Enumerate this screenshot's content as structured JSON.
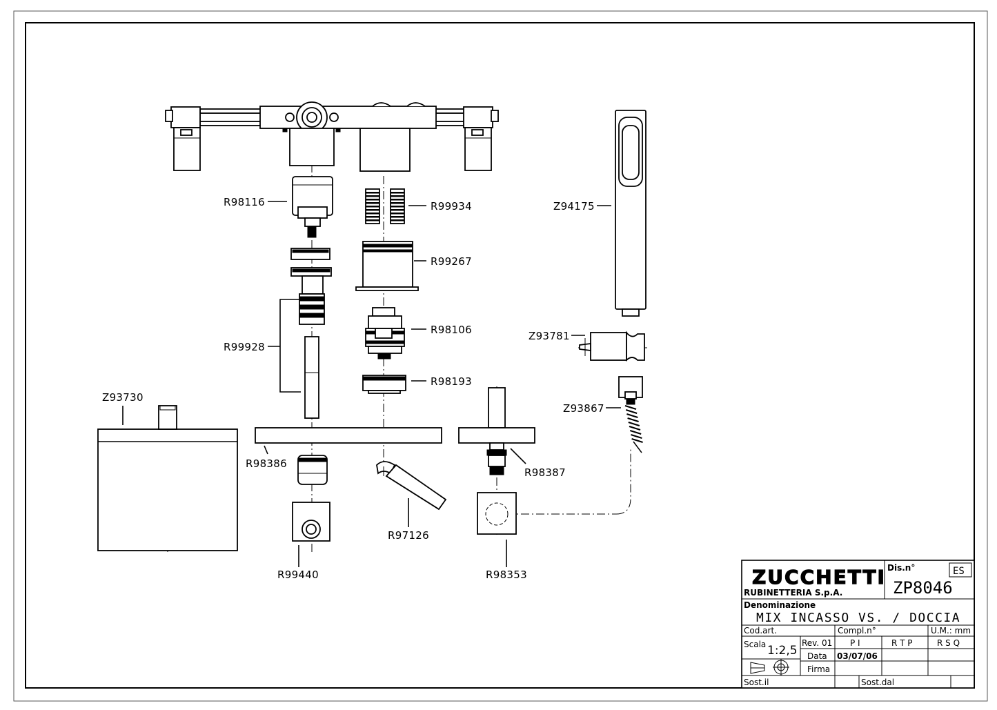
{
  "drawing": {
    "labels": {
      "r98116": "R98116",
      "r99934": "R99934",
      "r99267": "R99267",
      "r98106": "R98106",
      "r98193": "R98193",
      "r99928": "R99928",
      "z93730": "Z93730",
      "r98386": "R98386",
      "r98387": "R98387",
      "r97126": "R97126",
      "r99440": "R99440",
      "r98353": "R98353",
      "z94175": "Z94175",
      "z93781": "Z93781",
      "z93867": "Z93867"
    }
  },
  "title_block": {
    "logo_text": "ZUCCHETTI",
    "company": "RUBINETTERIA  S.p.A.",
    "dis_label": "Dis.n°",
    "code_box": "ES",
    "drawing_number": "ZP8046",
    "denominazione_label": "Denominazione",
    "description": "MIX INCASSO VS. / DOCCIA",
    "cod_art_label": "Cod.art.",
    "compl_label": "Compl.n°",
    "um_label": "U.M.: mm",
    "scala_label": "Scala",
    "scale_value": "1:2,5",
    "rev_label": "Rev. 01",
    "pi": "P I",
    "rtp": "R T P",
    "rsq": "R S Q",
    "data_label": "Data",
    "date_value": "03/07/06",
    "firma_label": "Firma",
    "sost_il_label": "Sost.il",
    "sost_dal_label": "Sost.dal"
  }
}
